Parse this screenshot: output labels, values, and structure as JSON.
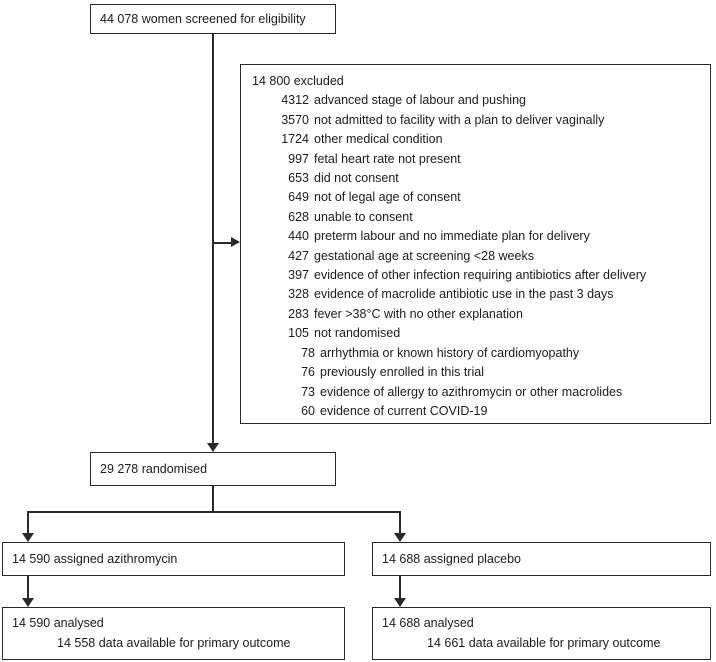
{
  "colors": {
    "line": "#2b2827",
    "text": "#1e1c1b",
    "background": "#ffffff"
  },
  "diagram": {
    "screened": {
      "label": "44 078 women screened for eligibility"
    },
    "excluded": {
      "title": "14 800 excluded",
      "items": [
        {
          "num": "4312",
          "label": "advanced stage of labour and pushing"
        },
        {
          "num": "3570",
          "label": "not admitted to facility with a plan to deliver vaginally"
        },
        {
          "num": "1724",
          "label": "other medical condition"
        },
        {
          "num": "997",
          "label": "fetal heart rate not present"
        },
        {
          "num": "653",
          "label": "did not consent"
        },
        {
          "num": "649",
          "label": "not of legal age of consent"
        },
        {
          "num": "628",
          "label": "unable to consent"
        },
        {
          "num": "440",
          "label": "preterm labour and no immediate plan for delivery"
        },
        {
          "num": "427",
          "label": "gestational age at screening <28 weeks"
        },
        {
          "num": "397",
          "label": "evidence of other infection requiring antibiotics after delivery"
        },
        {
          "num": "328",
          "label": "evidence of macrolide antibiotic use in the past 3 days"
        },
        {
          "num": "283",
          "label": "fever >38°C with no other explanation"
        },
        {
          "num": "105",
          "label": "not randomised"
        },
        {
          "num": "78",
          "label": "arrhythmia or known history of cardiomyopathy"
        },
        {
          "num": "76",
          "label": "previously enrolled in this trial"
        },
        {
          "num": "73",
          "label": "evidence of allergy to azithromycin or other macrolides"
        },
        {
          "num": "60",
          "label": "evidence of current COVID-19"
        }
      ]
    },
    "randomised": {
      "label": "29 278 randomised"
    },
    "azithromycin": {
      "label": "14 590 assigned azithromycin"
    },
    "placebo": {
      "label": "14 688 assigned placebo"
    },
    "azithromycin_analysed": {
      "line1": "14 590 analysed",
      "line2": "14 558 data available for primary outcome"
    },
    "placebo_analysed": {
      "line1": "14 688 analysed",
      "line2": "14 661 data available for primary outcome"
    }
  }
}
